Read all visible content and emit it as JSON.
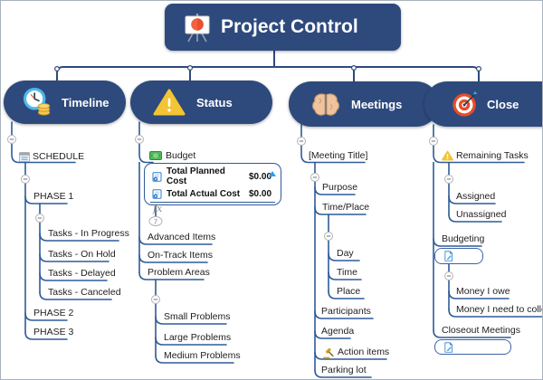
{
  "root": {
    "title": "Project Control"
  },
  "branches": {
    "timeline": {
      "label": "Timeline"
    },
    "status": {
      "label": "Status"
    },
    "meetings": {
      "label": "Meetings"
    },
    "close": {
      "label": "Close"
    }
  },
  "timeline": {
    "schedule": "SCHEDULE",
    "phases": [
      "PHASE 1",
      "PHASE 2",
      "PHASE 3"
    ],
    "tasks": [
      "Tasks - In Progress",
      "Tasks - On Hold",
      "Tasks - Delayed",
      "Tasks - Canceled"
    ]
  },
  "status": {
    "budget_label": "Budget",
    "budget_table": {
      "rows": [
        {
          "name": "Total Planned Cost",
          "value": "$0.00"
        },
        {
          "name": "Total Actual Cost",
          "value": "$0.00"
        }
      ],
      "formula_label": "fx",
      "collapsed_count": "7"
    },
    "items": [
      "Advanced Items",
      "On-Track Items",
      "Problem Areas"
    ],
    "problems": [
      "Small Problems",
      "Large Problems",
      "Medium Problems"
    ]
  },
  "meetings": {
    "meeting_title": "[Meeting Title]",
    "purpose": "Purpose",
    "time_place": "Time/Place",
    "time_place_items": [
      "Day",
      "Time",
      "Place"
    ],
    "participants": "Participants",
    "agenda": "Agenda",
    "action_items": "Action items",
    "parking_lot": "Parking lot"
  },
  "close": {
    "remaining_tasks": "Remaining Tasks",
    "assigned": "Assigned",
    "unassigned": "Unassigned",
    "budgeting": "Budgeting",
    "money_items": [
      "Money I owe",
      "Money I need to collect"
    ],
    "closeout_meetings": "Closeout Meetings"
  },
  "colors": {
    "node_navy": "#2e4a7c",
    "line_blue": "#2e5b97",
    "warning_yellow": "#f3c433",
    "money_green": "#52b85a",
    "accent_blue": "#2b9ff2"
  }
}
